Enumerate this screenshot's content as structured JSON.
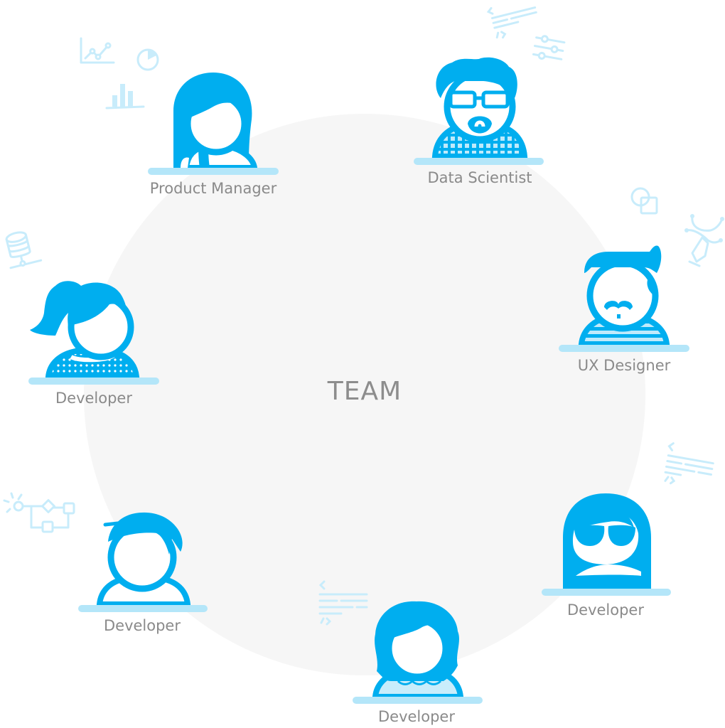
{
  "title": "TEAM",
  "colors": {
    "primary": "#00aeef",
    "desk": "#b4e6f9",
    "decoration": "#c8ecfb",
    "background_circle": "#f6f6f6",
    "label": "#8a8a8a"
  },
  "members": [
    {
      "id": "product-manager",
      "role": "Product Manager",
      "icon": "woman-long-hair-avatar-icon"
    },
    {
      "id": "data-scientist",
      "role": "Data Scientist",
      "icon": "man-glasses-beard-avatar-icon"
    },
    {
      "id": "ux-designer",
      "role": "UX Designer",
      "icon": "man-quiff-mustache-avatar-icon"
    },
    {
      "id": "developer-sunglasses",
      "role": "Developer",
      "icon": "woman-sunglasses-avatar-icon"
    },
    {
      "id": "developer-curly",
      "role": "Developer",
      "icon": "curly-hair-avatar-icon"
    },
    {
      "id": "developer-short-hair",
      "role": "Developer",
      "icon": "man-short-hair-avatar-icon"
    },
    {
      "id": "developer-ponytail",
      "role": "Developer",
      "icon": "woman-ponytail-avatar-icon"
    }
  ],
  "decorations": [
    "line-chart-icon",
    "pie-chart-icon",
    "bar-chart-icon",
    "code-lines-icon",
    "sliders-icon",
    "shapes-icon",
    "pen-tool-icon",
    "database-network-icon",
    "flowchart-icon",
    "code-lines-icon",
    "code-lines-icon"
  ]
}
